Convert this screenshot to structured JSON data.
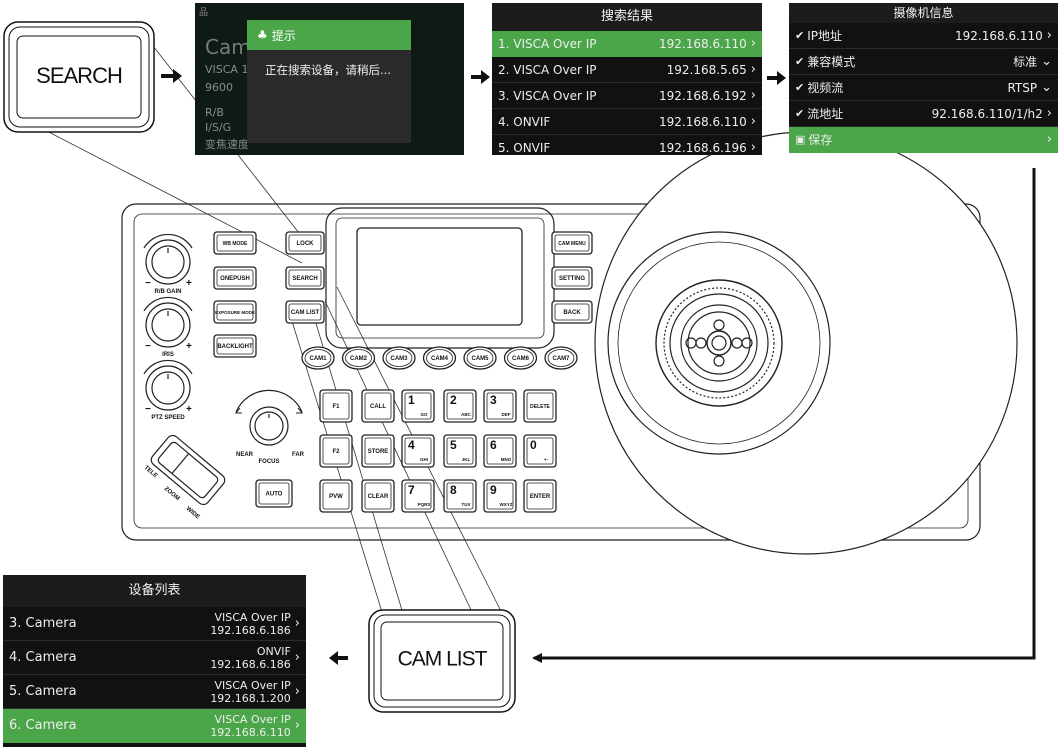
{
  "callouts": {
    "search": "SEARCH",
    "cam_list": "CAM LIST"
  },
  "search_progress": {
    "network_icon": "network-icon",
    "bg_big": "Came",
    "bg_line_1": "VISCA 1",
    "bg_line_2": "9600",
    "bg_line_3": "R/B",
    "bg_line_4": "I/S/G",
    "bg_line_5": "变焦速度",
    "dialog_title": "提示",
    "dialog_icon": "bell-icon",
    "dialog_message": "正在搜索设备，请稍后..."
  },
  "search_results": {
    "title": "搜索结果",
    "items": [
      {
        "label": "1. VISCA Over IP",
        "ip": "192.168.6.110",
        "selected": true
      },
      {
        "label": "2. VISCA Over IP",
        "ip": "192.168.5.65",
        "selected": false
      },
      {
        "label": "3. VISCA Over IP",
        "ip": "192.168.6.192",
        "selected": false
      },
      {
        "label": "4. ONVIF",
        "ip": "192.168.6.110",
        "selected": false
      },
      {
        "label": "5. ONVIF",
        "ip": "192.168.6.196",
        "selected": false
      }
    ]
  },
  "camera_info": {
    "title": "摄像机信息",
    "rows": [
      {
        "label": "IP地址",
        "value": "192.168.6.110",
        "chevron": "›"
      },
      {
        "label": "兼容模式",
        "value": "标准",
        "chevron": "⌄"
      },
      {
        "label": "视频流",
        "value": "RTSP",
        "chevron": "⌄"
      },
      {
        "label": "流地址",
        "value": "92.168.6.110/1/h2",
        "chevron": "›"
      }
    ],
    "save_label": "保存",
    "save_icon": "floppy-disk-icon"
  },
  "device_list": {
    "title": "设备列表",
    "items": [
      {
        "name": "3. Camera",
        "protocol": "VISCA Over IP",
        "ip": "192.168.6.186",
        "selected": false
      },
      {
        "name": "4. Camera",
        "protocol": "ONVIF",
        "ip": "192.168.6.186",
        "selected": false
      },
      {
        "name": "5. Camera",
        "protocol": "VISCA Over IP",
        "ip": "192.168.1.200",
        "selected": false
      },
      {
        "name": "6. Camera",
        "protocol": "VISCA Over IP",
        "ip": "192.168.6.110",
        "selected": true
      }
    ]
  },
  "controller": {
    "buttons": {
      "wb_mode": "WB MODE",
      "onepush": "ONEPUSH",
      "exposure_mode": "EXPOSURE MODE",
      "backlight": "BACKLIGHT",
      "lock": "LOCK",
      "search": "SEARCH",
      "camlist": "CAM LIST",
      "cam_menu": "CAM MENU",
      "setting": "SETTING",
      "back": "BACK",
      "auto": "AUTO",
      "f1": "F1",
      "f2": "F2",
      "pvw": "PVW",
      "call": "CALL",
      "store": "STORE",
      "clear": "CLEAR",
      "delete": "DELETE",
      "enter": "ENTER"
    },
    "cams": [
      "CAM1",
      "CAM2",
      "CAM3",
      "CAM4",
      "CAM5",
      "CAM6",
      "CAM7"
    ],
    "keypad": [
      {
        "n": "1",
        "s": "GO"
      },
      {
        "n": "2",
        "s": "ABC"
      },
      {
        "n": "3",
        "s": "DEF"
      },
      {
        "n": "4",
        "s": "GHI"
      },
      {
        "n": "5",
        "s": "JKL"
      },
      {
        "n": "6",
        "s": "MNO"
      },
      {
        "n": "0",
        "s": "+-"
      },
      {
        "n": "7",
        "s": "PQRS"
      },
      {
        "n": "8",
        "s": "TUV"
      },
      {
        "n": "9",
        "s": "WXYZ"
      }
    ],
    "knobs": {
      "rb_gain": "R/B GAIN",
      "iris": "IRIS",
      "ptz_speed": "PTZ SPEED",
      "minus": "−",
      "plus": "+"
    },
    "focus": {
      "label": "FOCUS",
      "near": "NEAR",
      "far": "FAR"
    },
    "zoom": {
      "label": "ZOOM",
      "tele": "TELE",
      "wide": "WIDE"
    }
  }
}
